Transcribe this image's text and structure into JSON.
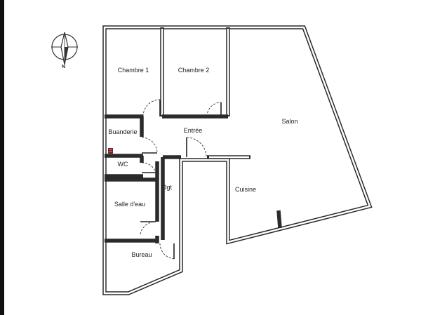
{
  "compass": {
    "north_letter": "N",
    "icon": "compass-rose-icon"
  },
  "rooms": {
    "chambre1": "Chambre 1",
    "chambre2": "Chambre 2",
    "salon": "Salon",
    "buanderie": "Buanderie",
    "entree": "Entrée",
    "wc": "WC",
    "dgt": "Dgt",
    "cuisine": "Cuisine",
    "salle_eau": "Salle d'eau",
    "bureau": "Bureau"
  },
  "colors": {
    "wall": "#2b2b2b",
    "background": "#ffffff",
    "heater": "#7a2020"
  },
  "icons": [
    "compass-rose-icon",
    "radiator-icon"
  ]
}
